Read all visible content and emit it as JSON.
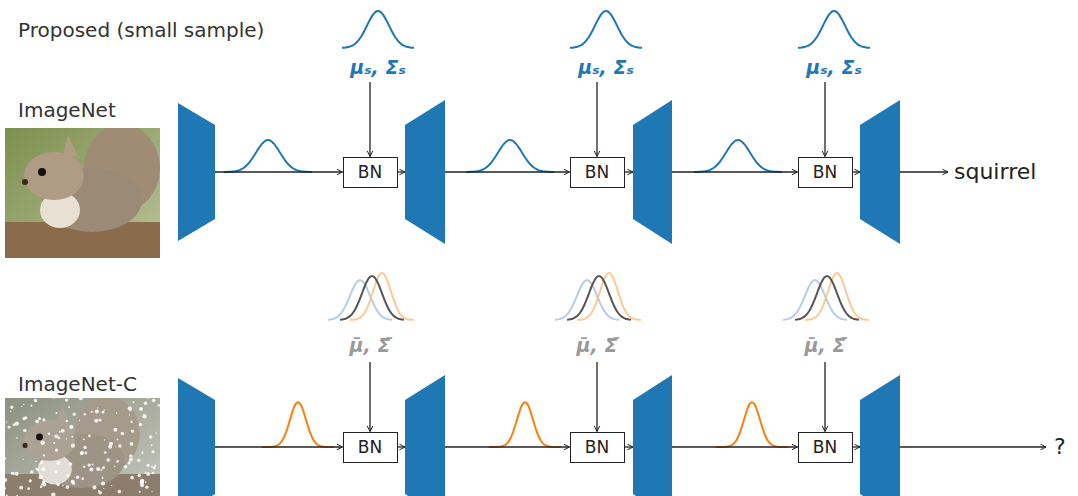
{
  "diagram": {
    "nodes": [
      {
        "text": [
          "BN"
        ]
      },
      {
        "text": [
          "BN"
        ]
      },
      {
        "text": [
          "BN"
        ]
      },
      {
        "text": [
          "BN"
        ]
      },
      {
        "text": [
          "BN"
        ]
      },
      {
        "text": [
          "BN"
        ]
      }
    ],
    "labels": [
      "Proposed (small sample)",
      "ImageNet",
      "μₛ, Σₛ",
      "μₛ, Σₛ",
      "μₛ, Σₛ",
      "squirrel",
      "μ̄, Σ̄",
      "μ̄, Σ̄",
      "μ̄, Σ̄",
      "ImageNet-C",
      "?"
    ]
  }
}
